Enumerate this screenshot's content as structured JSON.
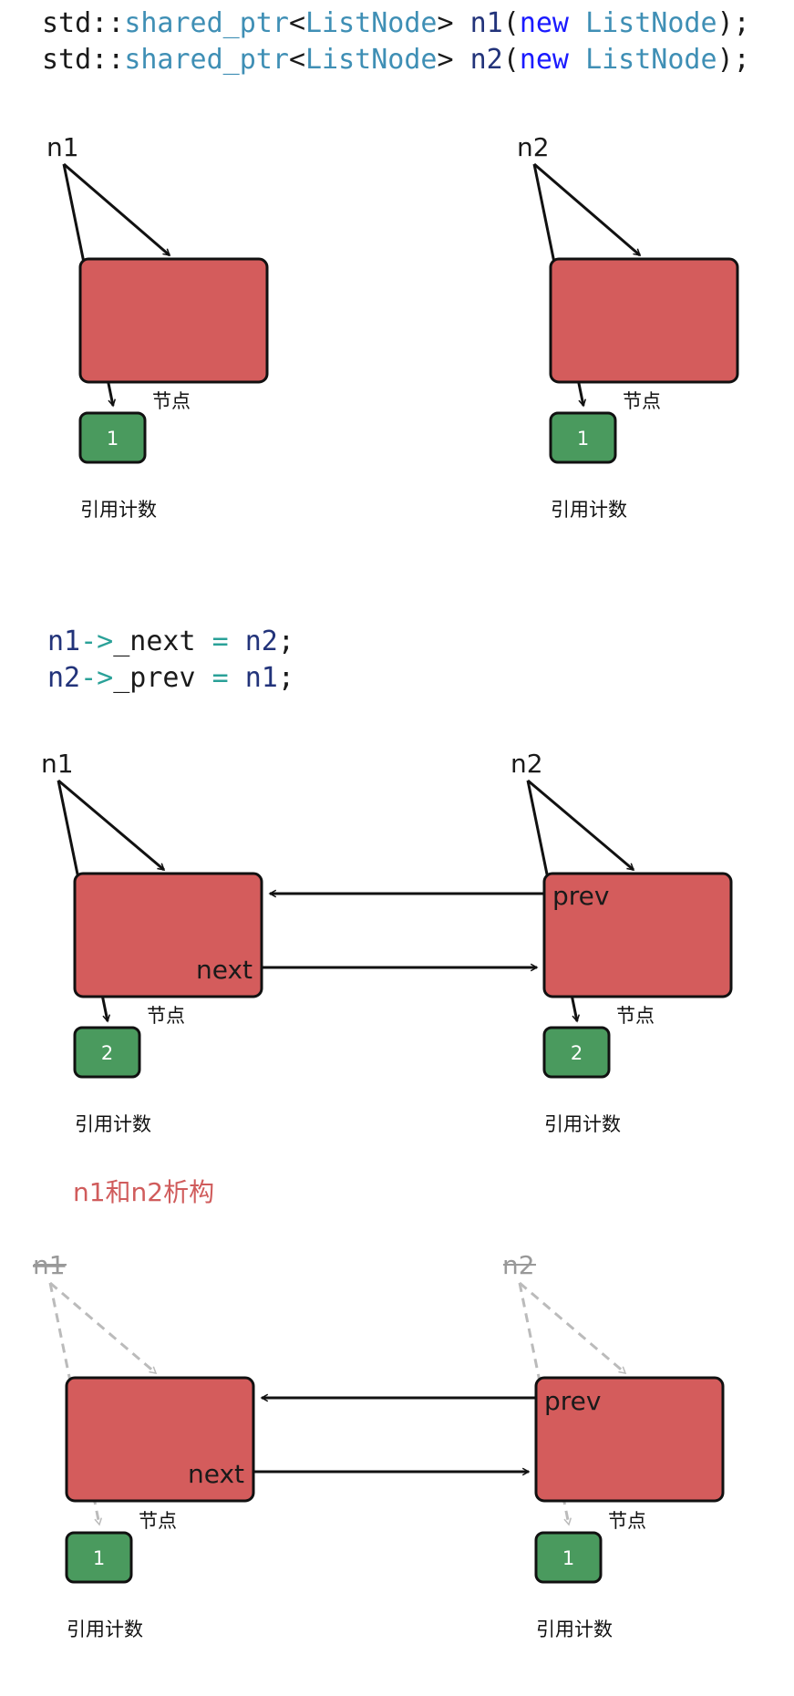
{
  "colors": {
    "node_fill": "#d45c5c",
    "count_fill": "#4a9a5e",
    "outline": "#111111",
    "code_teal": "#3f8fb5",
    "code_blue": "#1a1aff",
    "code_navy": "#22337a",
    "code_black": "#1a1a1a",
    "code_op": "#2aa198",
    "destroy_text": "#d05c5c",
    "faded_arrow": "#bbbbbb",
    "faded_text": "#999999"
  },
  "code_block_1": {
    "line_1": [
      {
        "text": "std::",
        "color": "code_black"
      },
      {
        "text": "shared_ptr",
        "color": "code_teal"
      },
      {
        "text": "<",
        "color": "code_black"
      },
      {
        "text": "ListNode",
        "color": "code_teal"
      },
      {
        "text": "> ",
        "color": "code_black"
      },
      {
        "text": "n1",
        "color": "code_navy"
      },
      {
        "text": "(",
        "color": "code_black"
      },
      {
        "text": "new",
        "color": "code_blue"
      },
      {
        "text": " ",
        "color": "code_black"
      },
      {
        "text": "ListNode",
        "color": "code_teal"
      },
      {
        "text": ");",
        "color": "code_black"
      }
    ],
    "line_2": [
      {
        "text": "std::",
        "color": "code_black"
      },
      {
        "text": "shared_ptr",
        "color": "code_teal"
      },
      {
        "text": "<",
        "color": "code_black"
      },
      {
        "text": "ListNode",
        "color": "code_teal"
      },
      {
        "text": "> ",
        "color": "code_black"
      },
      {
        "text": "n2",
        "color": "code_navy"
      },
      {
        "text": "(",
        "color": "code_black"
      },
      {
        "text": "new",
        "color": "code_blue"
      },
      {
        "text": " ",
        "color": "code_black"
      },
      {
        "text": "ListNode",
        "color": "code_teal"
      },
      {
        "text": ");",
        "color": "code_black"
      }
    ]
  },
  "code_block_2": {
    "line_1": [
      {
        "text": "n1",
        "color": "code_navy"
      },
      {
        "text": "->",
        "color": "code_op"
      },
      {
        "text": "_next",
        "color": "code_black"
      },
      {
        "text": " = ",
        "color": "code_op"
      },
      {
        "text": "n2",
        "color": "code_navy"
      },
      {
        "text": ";",
        "color": "code_black"
      }
    ],
    "line_2": [
      {
        "text": "n2",
        "color": "code_navy"
      },
      {
        "text": "->",
        "color": "code_op"
      },
      {
        "text": "_prev",
        "color": "code_black"
      },
      {
        "text": " = ",
        "color": "code_op"
      },
      {
        "text": "n1",
        "color": "code_navy"
      },
      {
        "text": ";",
        "color": "code_black"
      }
    ]
  },
  "labels": {
    "node": "节点",
    "ref_count": "引用计数",
    "prev": "prev",
    "next": "next",
    "destroy_heading": "n1和n2析构"
  },
  "diagram_1": {
    "left": {
      "pointer": "n1",
      "count": "1"
    },
    "right": {
      "pointer": "n2",
      "count": "1"
    }
  },
  "diagram_2": {
    "left": {
      "pointer": "n1",
      "count": "2"
    },
    "right": {
      "pointer": "n2",
      "count": "2"
    }
  },
  "diagram_3": {
    "left": {
      "pointer": "n1",
      "count": "1"
    },
    "right": {
      "pointer": "n2",
      "count": "1"
    }
  }
}
